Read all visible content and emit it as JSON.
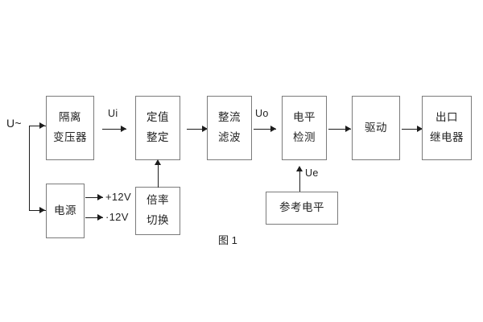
{
  "figure": {
    "caption": "图 1",
    "background_color": "#ffffff",
    "box_border_color": "#7b7b7b",
    "line_color": "#1d1d1d",
    "text_color": "#222222"
  },
  "blocks": [
    {
      "id": "isolation-transformer",
      "lines": [
        "隔离",
        "变压器"
      ]
    },
    {
      "id": "setpoint-adjust",
      "lines": [
        "定值",
        "整定"
      ]
    },
    {
      "id": "rectify-filter",
      "lines": [
        "整流",
        "滤波"
      ]
    },
    {
      "id": "level-detect",
      "lines": [
        "电平",
        "检测"
      ]
    },
    {
      "id": "drive",
      "lines": [
        "驱动"
      ]
    },
    {
      "id": "output-relay",
      "lines": [
        "出口",
        "继电器"
      ]
    },
    {
      "id": "power-supply",
      "lines": [
        "电源"
      ]
    },
    {
      "id": "multiplier-switch",
      "lines": [
        "倍率",
        "切换"
      ]
    },
    {
      "id": "reference-level",
      "lines": [
        "参考电平"
      ]
    }
  ],
  "signals": {
    "input_source": "U~",
    "ui": "Ui",
    "uo": "Uo",
    "ue": "Ue",
    "rail_positive": "+12V",
    "rail_negative": "·12V"
  }
}
